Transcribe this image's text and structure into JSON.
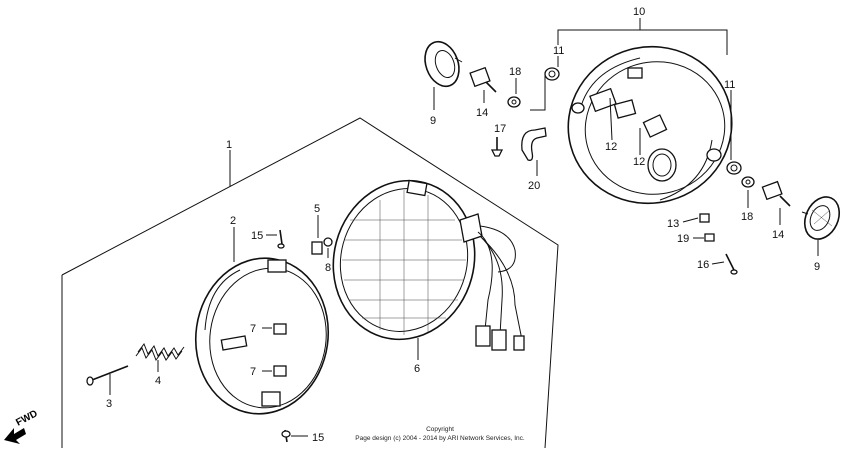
{
  "labels": {
    "p1": "1",
    "p2": "2",
    "p3": "3",
    "p4": "4",
    "p5": "5",
    "p6": "6",
    "p7a": "7",
    "p7b": "7",
    "p8": "8",
    "p9a": "9",
    "p9b": "9",
    "p10": "10",
    "p11a": "11",
    "p11b": "11",
    "p12a": "12",
    "p12b": "12",
    "p13": "13",
    "p14a": "14",
    "p14b": "14",
    "p15a": "15",
    "p15b": "15",
    "p16": "16",
    "p17": "17",
    "p18a": "18",
    "p18b": "18",
    "p19": "19",
    "p20": "20"
  },
  "direction_label": "FWD",
  "copyright": {
    "line1": "Copyright",
    "line2": "Page design (c) 2004 - 2014 by ARI Network Services, Inc."
  }
}
